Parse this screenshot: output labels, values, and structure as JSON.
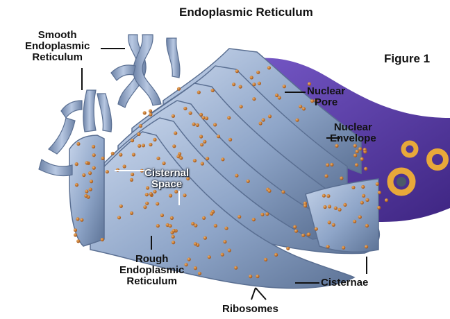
{
  "title": "Endoplasmic Reticulum",
  "figure_label": "Figure 1",
  "labels": {
    "smooth_er": [
      "Smooth",
      "Endoplasmic",
      "Reticulum"
    ],
    "nuclear_pore": [
      "Nuclear",
      "Pore"
    ],
    "nuclear_envelope": [
      "Nuclear",
      "Envelope"
    ],
    "cisternal_space": [
      "Cisternal",
      "Space"
    ],
    "rough_er": [
      "Rough",
      "Endoplasmic",
      "Reticulum"
    ],
    "cisternae": "Cisternae",
    "ribosomes": "Ribosomes"
  },
  "colors": {
    "er_membrane": "#8fa6c8",
    "er_shadow": "#5f7597",
    "er_highlight": "#c9d6ea",
    "nucleus": "#5a3aa8",
    "nucleus_dark": "#3a2275",
    "ribosome": "#c26a1c",
    "pore": "#e8a83a"
  }
}
